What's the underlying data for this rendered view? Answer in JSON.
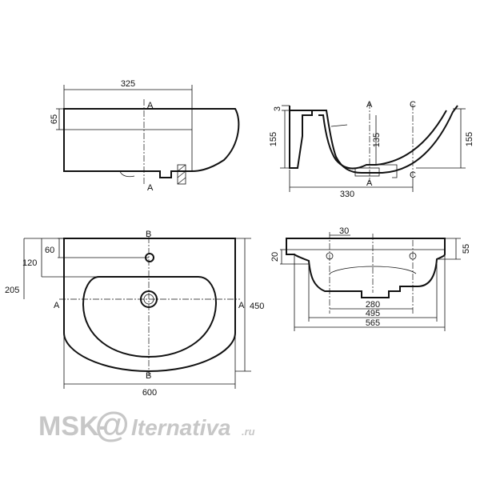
{
  "side_view": {
    "dim_width": "325",
    "dim_height": "65",
    "section_top": "A",
    "section_bottom": "A"
  },
  "section_view": {
    "dim_rim": "3",
    "dim_height_left": "155",
    "dim_depth": "135",
    "dim_height_right": "155",
    "dim_length": "330",
    "label_a_top": "A",
    "label_a_bottom": "A",
    "label_c_top": "C",
    "label_c_bottom": "C"
  },
  "top_view": {
    "dim_60": "60",
    "dim_120": "120",
    "dim_205": "205",
    "dim_450": "450",
    "dim_600": "600",
    "label_b_top": "B",
    "label_b_bottom": "B",
    "label_a_left": "A",
    "label_a_right": "A"
  },
  "front_view": {
    "dim_30": "30",
    "dim_20": "20",
    "dim_55": "55",
    "dim_280": "280",
    "dim_495": "495",
    "dim_565": "565"
  },
  "watermark": {
    "brand_left": "MSK-",
    "brand_at": "@",
    "brand_right": "lternativa",
    "brand_tld": ".ru"
  }
}
